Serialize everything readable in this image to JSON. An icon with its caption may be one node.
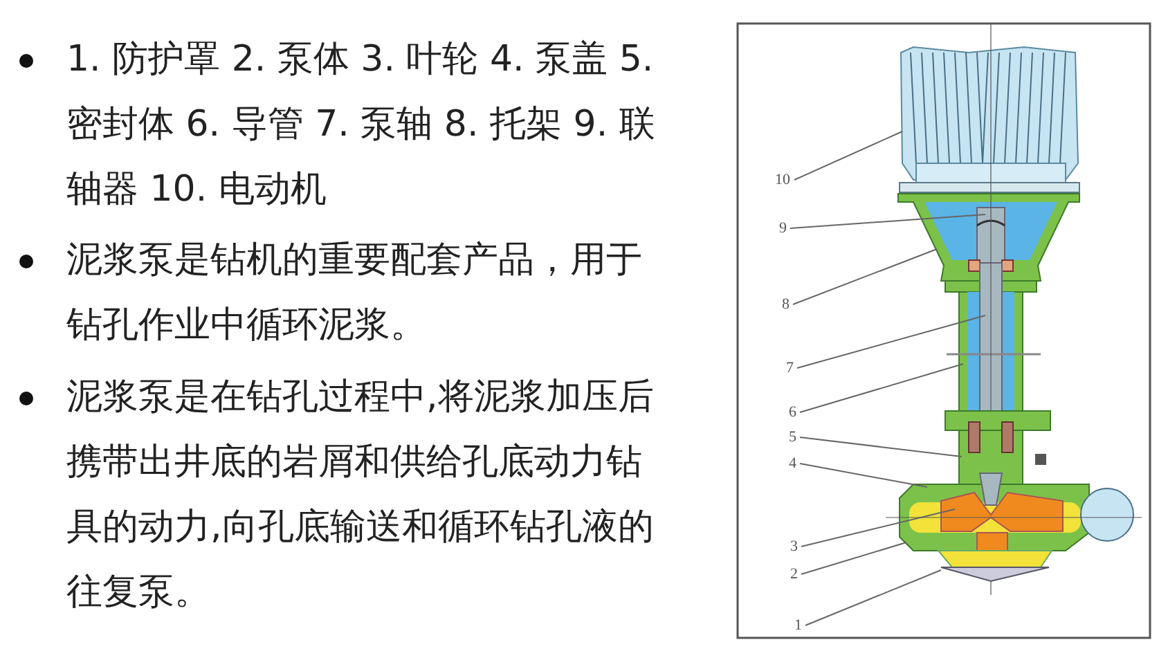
{
  "diagram": {
    "nodes": [
      {
        "text": [
          "10"
        ]
      },
      {
        "text": [
          "9"
        ]
      },
      {
        "text": [
          "8"
        ]
      },
      {
        "text": [
          "7"
        ]
      },
      {
        "text": [
          "6"
        ]
      },
      {
        "text": [
          "5"
        ]
      },
      {
        "text": [
          "4"
        ]
      },
      {
        "text": [
          "3"
        ]
      },
      {
        "text": [
          "2"
        ]
      },
      {
        "text": [
          "1"
        ]
      }
    ],
    "edges": [
      {
        "from": 0,
        "to": null,
        "arrow": "none"
      },
      {
        "from": 1,
        "to": null,
        "arrow": "none"
      },
      {
        "from": 2,
        "to": null,
        "arrow": "none"
      },
      {
        "from": 3,
        "to": null,
        "arrow": "none"
      },
      {
        "from": 4,
        "to": null,
        "arrow": "none"
      },
      {
        "from": 5,
        "to": null,
        "arrow": "none"
      },
      {
        "from": 6,
        "to": null,
        "arrow": "none"
      },
      {
        "from": 7,
        "to": null,
        "arrow": "none"
      },
      {
        "from": 8,
        "to": null,
        "arrow": "none"
      },
      {
        "from": 9,
        "to": null,
        "arrow": "none"
      }
    ],
    "labels": [
      "1. 防护罩 2. 泵体 3. 叶轮 4. 泵盖 5. 密封体 6. 导管 7. 泵轴 8. 托架 9. 联轴器 10. 电动机",
      "泥浆泵是钻机的重要配套产品，用于钻孔作业中循环泥浆。",
      "泥浆泵是在钻孔过程中,将泥浆加压后携带出井底的岩屑和供给孔底动力钻具的动力,向孔底输送和循环钻孔液的往复泵。"
    ]
  }
}
